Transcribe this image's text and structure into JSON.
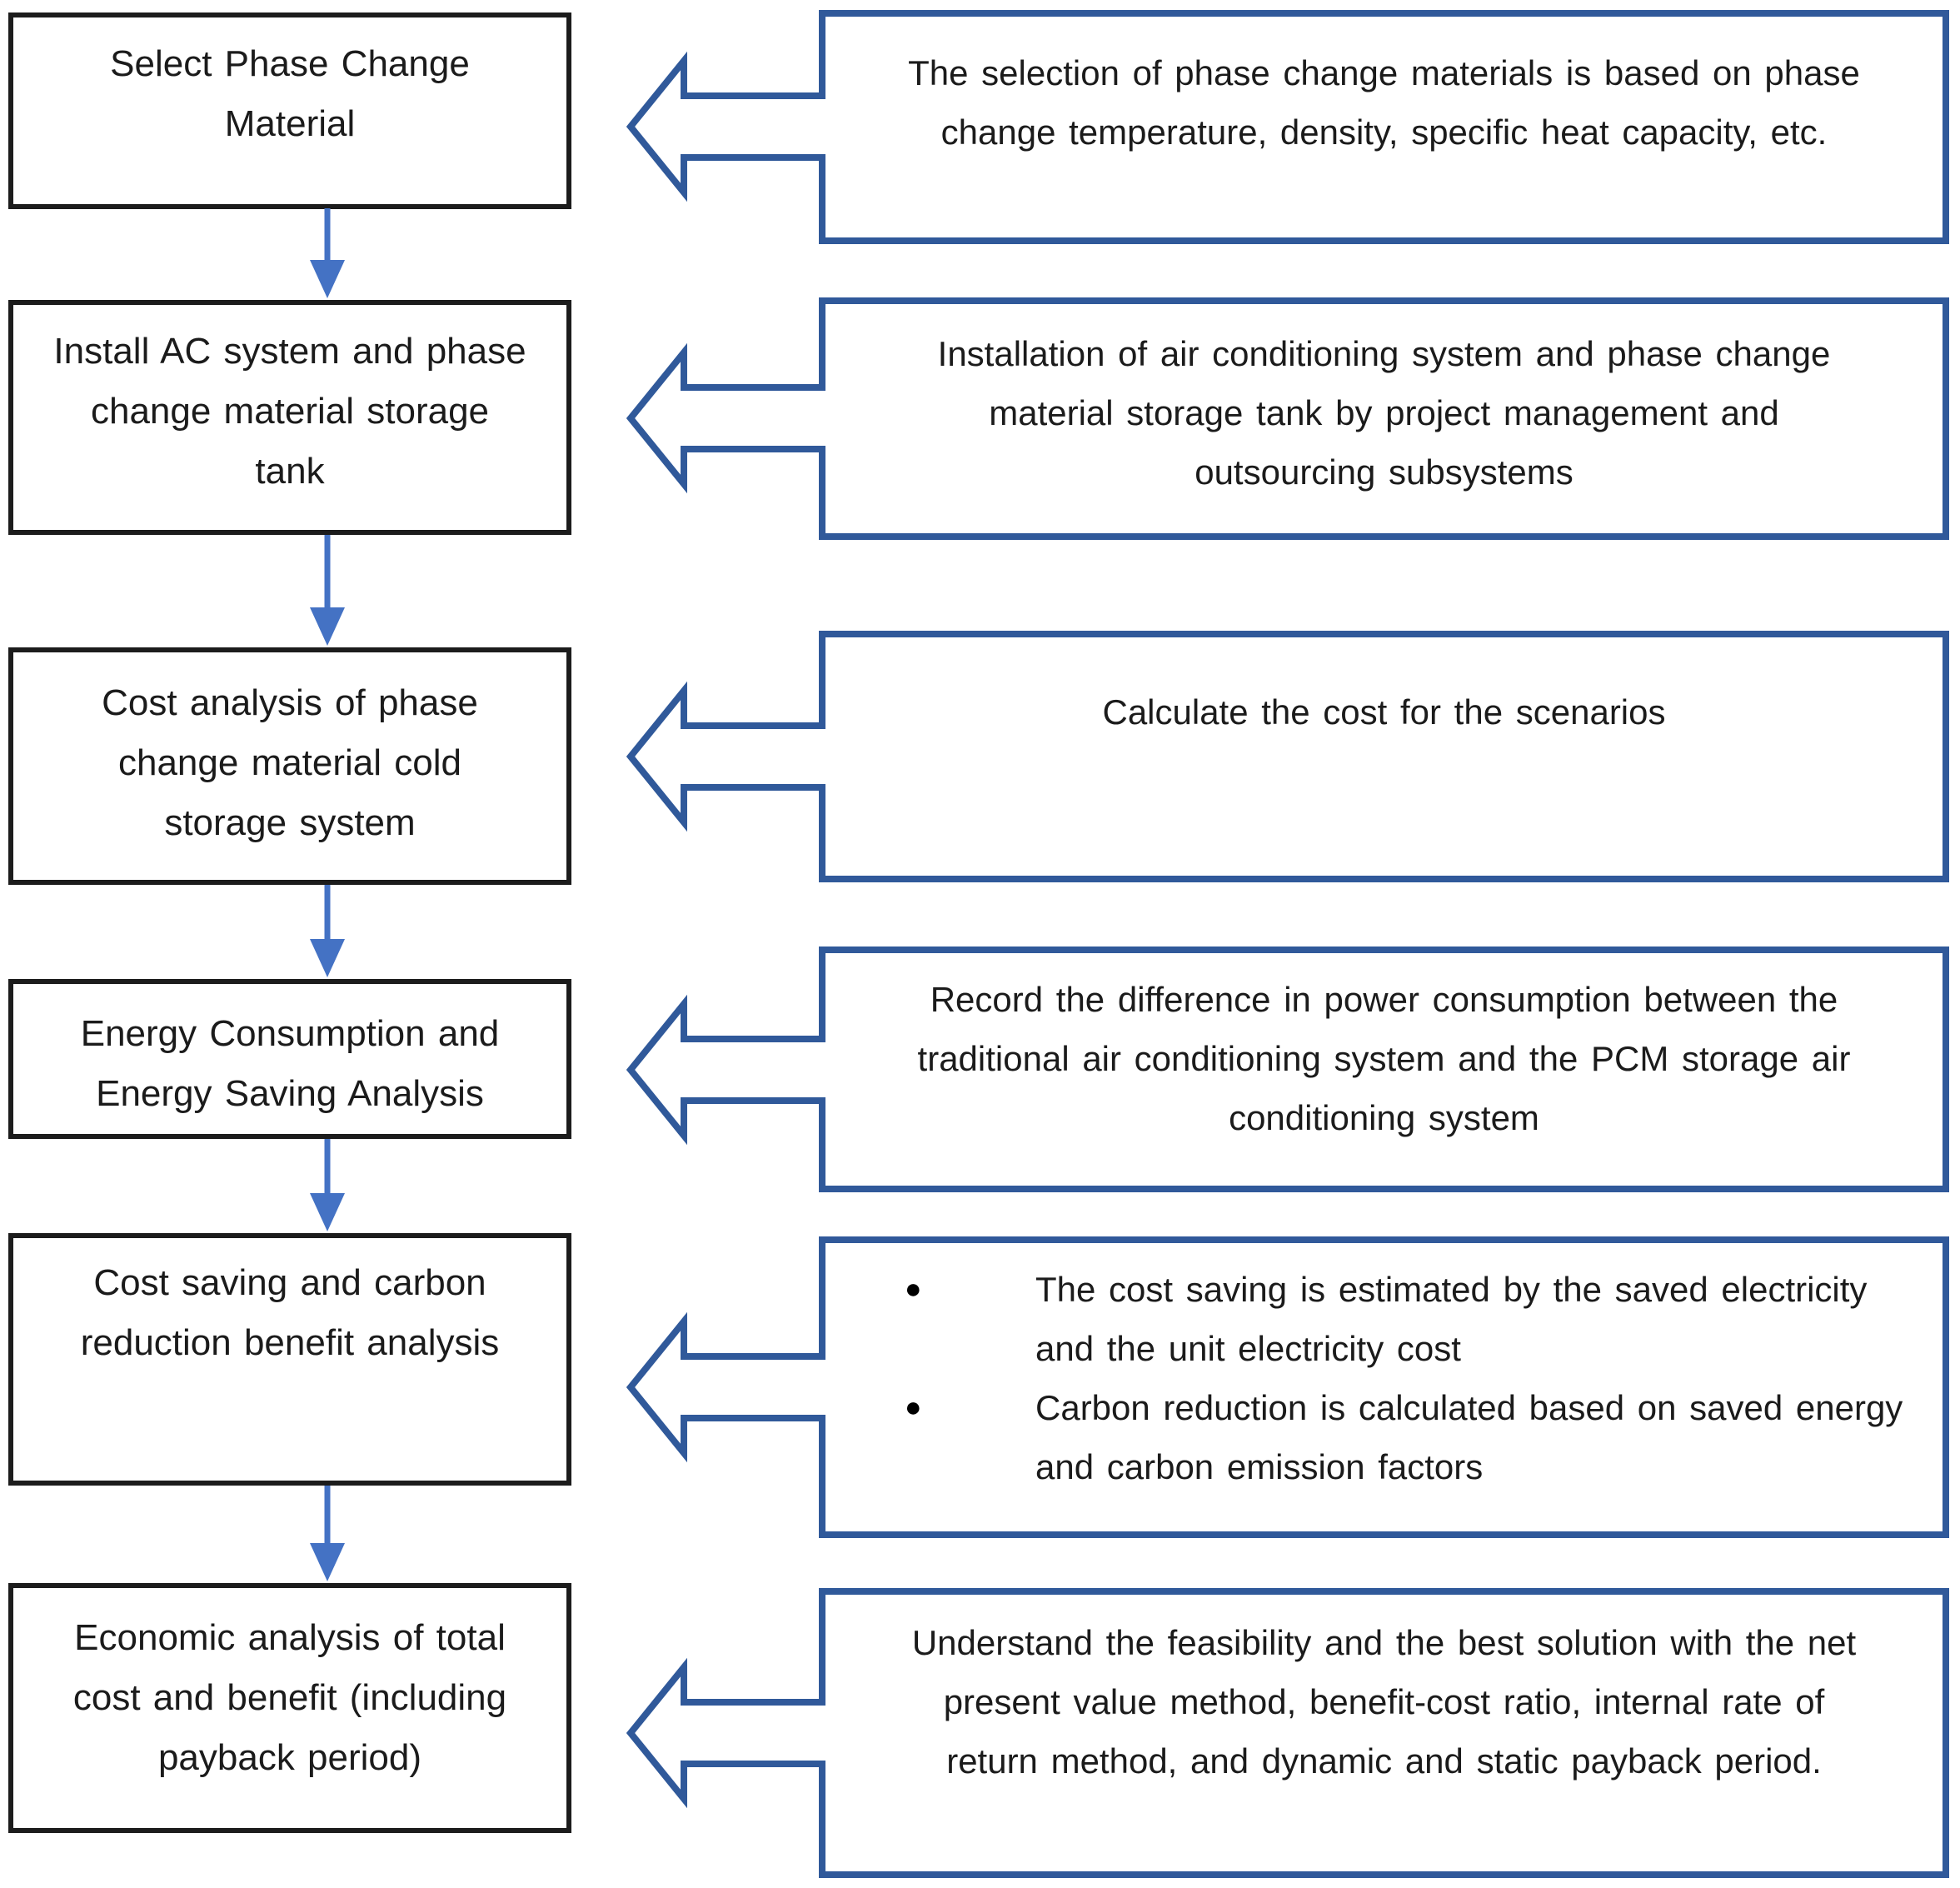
{
  "palette": {
    "background": "#ffffff",
    "left_box_border": "#1c1c1c",
    "right_box_border": "#30599a",
    "connector_arrow": "#4472c4",
    "text": "#1b1b1b",
    "bullet": "#000000"
  },
  "icons": {
    "bullet": "●"
  },
  "flowchart": {
    "steps": [
      {
        "lines": [
          "Select Phase Change",
          "Material"
        ]
      },
      {
        "lines": [
          "Install AC system and phase",
          "change material storage",
          "tank"
        ]
      },
      {
        "lines": [
          "Cost analysis of phase",
          "change material cold",
          "storage system"
        ]
      },
      {
        "lines": [
          "Energy Consumption and",
          "Energy Saving Analysis"
        ]
      },
      {
        "lines": [
          "Cost saving and carbon",
          "reduction benefit analysis"
        ]
      },
      {
        "lines": [
          "Economic analysis of total",
          "cost and benefit (including",
          "payback period)"
        ]
      }
    ],
    "callouts": [
      {
        "lines": [
          "The selection of phase change materials is based on phase",
          "change temperature, density, specific heat capacity, etc."
        ]
      },
      {
        "lines": [
          "Installation of air conditioning system and phase change",
          "material storage tank by project management and",
          "outsourcing subsystems"
        ]
      },
      {
        "lines": [
          "Calculate the cost for the scenarios"
        ]
      },
      {
        "lines": [
          "Record the difference in power consumption between the",
          "traditional air conditioning system and the PCM storage air",
          "conditioning system"
        ]
      },
      {
        "bullets": [
          {
            "lines": [
              "The cost saving is estimated by the saved electricity",
              "and the unit electricity cost"
            ]
          },
          {
            "lines": [
              "Carbon reduction is calculated based on saved energy",
              "and carbon emission factors"
            ]
          }
        ]
      },
      {
        "lines": [
          "Understand the feasibility and the best solution with the net",
          "present value method, benefit-cost ratio, internal rate of",
          "return method, and dynamic and static payback period."
        ]
      }
    ]
  }
}
